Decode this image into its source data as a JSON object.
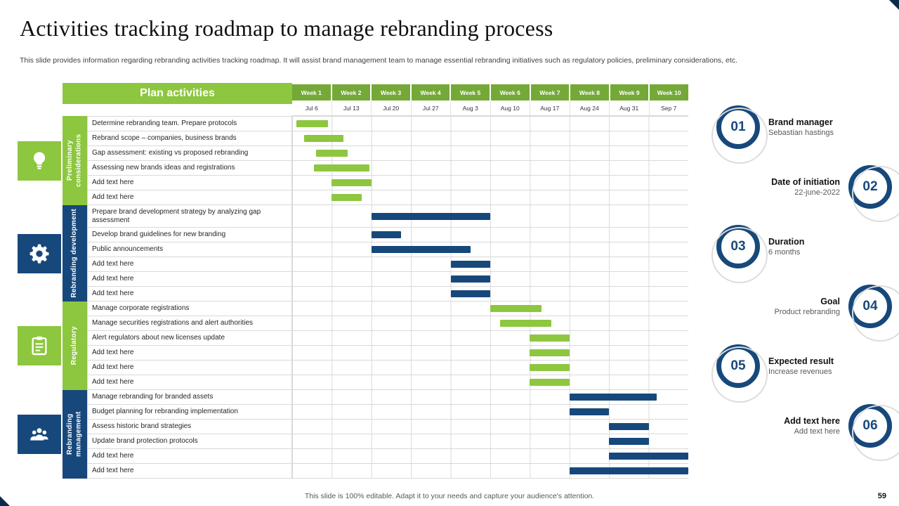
{
  "slide": {
    "title": "Activities tracking roadmap to manage rebranding process",
    "subtitle": "This slide provides information regarding rebranding activities tracking roadmap. It will assist brand management team to manage essential rebranding initiatives such as regulatory policies, preliminary considerations, etc.",
    "footer": "This slide is 100% editable. Adapt it to your needs and capture your audience's attention.",
    "page_number": "59"
  },
  "colors": {
    "green": "#8DC63F",
    "blue": "#17487B",
    "week_header_green": "#74A937",
    "grid": "#D9D9D9"
  },
  "chart_data": {
    "type": "bar",
    "subtype": "gantt",
    "title": "Plan activities",
    "xlim_weeks": [
      0,
      10
    ],
    "weeks": [
      "Week 1",
      "Week 2",
      "Week 3",
      "Week 4",
      "Week 5",
      "Week 6",
      "Week 7",
      "Week 8",
      "Week 9",
      "Week 10"
    ],
    "dates": [
      "Jul 6",
      "Jul 13",
      "Jul 20",
      "Jul 27",
      "Aug 3",
      "Aug 10",
      "Aug 17",
      "Aug 24",
      "Aug 31",
      "Sep 7"
    ],
    "groups": [
      {
        "label": "Preliminary considerations",
        "color": "green",
        "icon": "bulb-icon",
        "rows": [
          {
            "label": "Determine rebranding team. Prepare protocols",
            "start": 0.1,
            "duration": 0.8
          },
          {
            "label": "Rebrand scope – companies, business brands",
            "start": 0.3,
            "duration": 1.0
          },
          {
            "label": "Gap assessment: existing vs proposed rebranding",
            "start": 0.6,
            "duration": 0.8
          },
          {
            "label": "Assessing new brands ideas and registrations",
            "start": 0.55,
            "duration": 1.4
          },
          {
            "label": "Add text here",
            "start": 1.0,
            "duration": 1.0
          },
          {
            "label": "Add text here",
            "start": 1.0,
            "duration": 0.75
          }
        ]
      },
      {
        "label": "Rebranding development",
        "color": "blue",
        "icon": "gear-icon",
        "rows": [
          {
            "label": "Prepare brand development strategy by analyzing gap assessment",
            "start": 2.0,
            "duration": 3.0,
            "tall": true
          },
          {
            "label": "Develop brand guidelines for new branding",
            "start": 2.0,
            "duration": 0.75
          },
          {
            "label": "Public announcements",
            "start": 2.0,
            "duration": 2.5
          },
          {
            "label": "Add text here",
            "start": 4.0,
            "duration": 1.0
          },
          {
            "label": "Add text here",
            "start": 4.0,
            "duration": 1.0
          },
          {
            "label": "Add text here",
            "start": 4.0,
            "duration": 1.0
          }
        ]
      },
      {
        "label": "Regulatory",
        "color": "green",
        "icon": "clipboard-icon",
        "rows": [
          {
            "label": "Manage corporate registrations",
            "start": 5.0,
            "duration": 1.3
          },
          {
            "label": "Manage securities registrations and alert authorities",
            "start": 5.25,
            "duration": 1.3
          },
          {
            "label": "Alert regulators about new licenses update",
            "start": 6.0,
            "duration": 1.0
          },
          {
            "label": "Add text here",
            "start": 6.0,
            "duration": 1.0
          },
          {
            "label": "Add text here",
            "start": 6.0,
            "duration": 1.0
          },
          {
            "label": "Add text here",
            "start": 6.0,
            "duration": 1.0
          }
        ]
      },
      {
        "label": "Rebranding management",
        "color": "blue",
        "icon": "team-icon",
        "rows": [
          {
            "label": "Manage rebranding for branded assets",
            "start": 7.0,
            "duration": 2.2
          },
          {
            "label": "Budget planning for rebranding implementation",
            "start": 7.0,
            "duration": 1.0
          },
          {
            "label": "Assess historic brand strategies",
            "start": 8.0,
            "duration": 1.0
          },
          {
            "label": "Update brand protection protocols",
            "start": 8.0,
            "duration": 1.0
          },
          {
            "label": "Add text here",
            "start": 8.0,
            "duration": 2.0
          },
          {
            "label": "Add text here",
            "start": 7.0,
            "duration": 3.0
          }
        ]
      }
    ]
  },
  "facts": [
    {
      "num": "01",
      "title": "Brand manager",
      "text": "Sebastian hastings",
      "num_side": "left"
    },
    {
      "num": "02",
      "title": "Date of initiation",
      "text": "22-june-2022",
      "num_side": "right"
    },
    {
      "num": "03",
      "title": "Duration",
      "text": "6 months",
      "num_side": "left"
    },
    {
      "num": "04",
      "title": "Goal",
      "text": "Product rebranding",
      "num_side": "right"
    },
    {
      "num": "05",
      "title": "Expected result",
      "text": "Increase revenues",
      "num_side": "left"
    },
    {
      "num": "06",
      "title": "Add text here",
      "text": "Add text here",
      "num_side": "right"
    }
  ]
}
